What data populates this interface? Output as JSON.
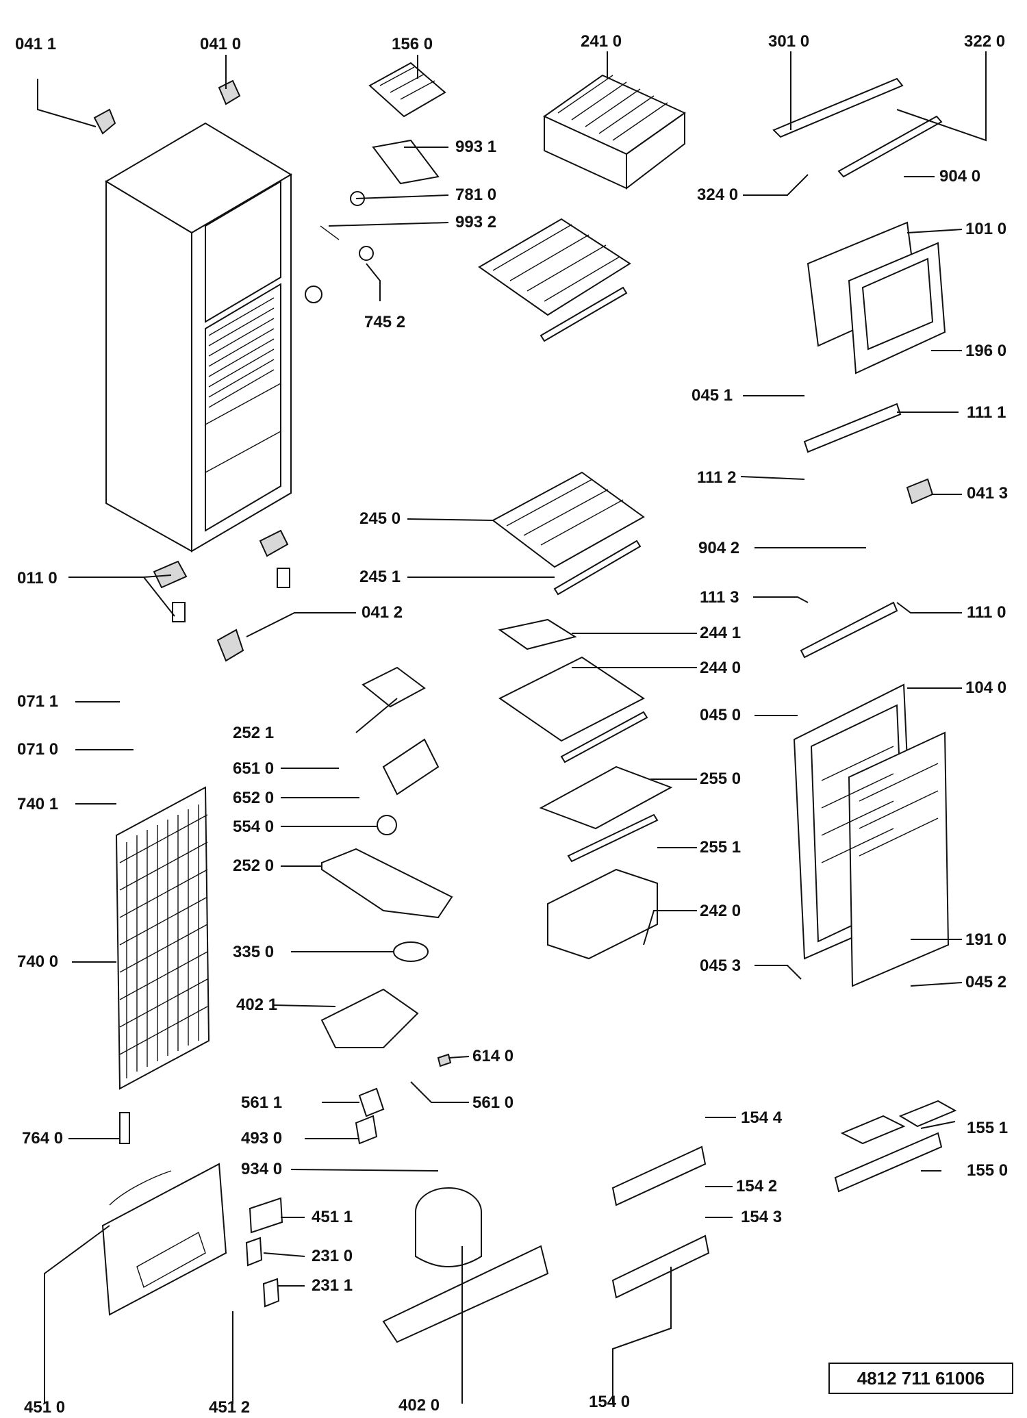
{
  "document_number": "4812 711 61006",
  "part_labels": {
    "041_1": "041 1",
    "041_0": "041 0",
    "156_0": "156 0",
    "241_0": "241  0",
    "301_0": "301 0",
    "322_0": "322 0",
    "993_1": "993 1",
    "781_0": "781 0",
    "993_2": "993 2",
    "745_2": "745 2",
    "324_0": "324 0",
    "904_0": "904 0",
    "101_0": "101 0",
    "196_0": "196 0",
    "045_1": "045 1",
    "111_1": "111 1",
    "111_2": "111  2",
    "041_3": "041 3",
    "245_0": "245 0",
    "245_1": "245 1",
    "904_2": "904 2",
    "011_0": "011 0",
    "041_2": "041 2",
    "111_3": "111 3",
    "111_0": "111 0",
    "244_1": "244 1",
    "244_0": "244 0",
    "071_1": "071 1",
    "252_1": "252 1",
    "104_0": "104  0",
    "045_0": "045 0",
    "071_0": "071 0",
    "651_0": "651  0",
    "652_0": "652  0",
    "255_0": "255 0",
    "740_1": "740 1",
    "554_0": "554  0",
    "255_1": "255 1",
    "252_0": "252 0",
    "242_0": "242 0",
    "191_0": "191  0",
    "740_0": "740 0",
    "335_0": "335  0",
    "045_3": "045 3",
    "045_2": "045  2",
    "402_1": "402 1",
    "614_0": "614  0",
    "561_1": "561 1",
    "561_0": "561 0",
    "154_4": "154 4",
    "155_1": "155  1",
    "764_0": "764 0",
    "493_0": "493 0",
    "934_0": "934 0",
    "154_2": "154  2",
    "155_0": "155  0",
    "451_1": "451 1",
    "154_3": "154 3",
    "231_0": "231  0",
    "231_1": "231 1",
    "451_0": "451 0",
    "451_2": "451  2",
    "402_0": "402  0",
    "154_0": "154  0"
  },
  "icons": [
    "appliance-cabinet-drawing",
    "exploded-part-drawing"
  ]
}
